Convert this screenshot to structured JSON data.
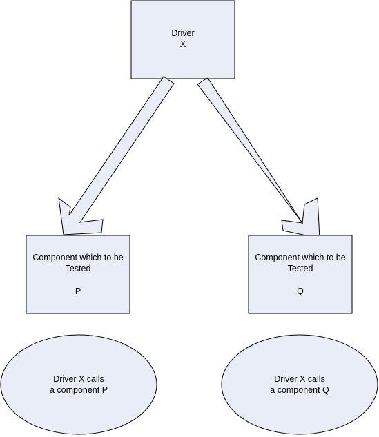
{
  "driver_box": {
    "line1": "Driver",
    "line2": "X"
  },
  "component_p": {
    "line1": "Component which to be",
    "line2": "Tested",
    "letter": "P"
  },
  "component_q": {
    "line1": "Component which to be",
    "line2": "Tested",
    "letter": "Q"
  },
  "ellipse_p": {
    "line1": "Driver X calls",
    "line2": "a component P"
  },
  "ellipse_q": {
    "line1": "Driver X calls",
    "line2": "a component Q"
  },
  "colors": {
    "shape_fill": "#e9edf7",
    "stroke": "#000000",
    "arrow_fill": "#e9edf7"
  }
}
